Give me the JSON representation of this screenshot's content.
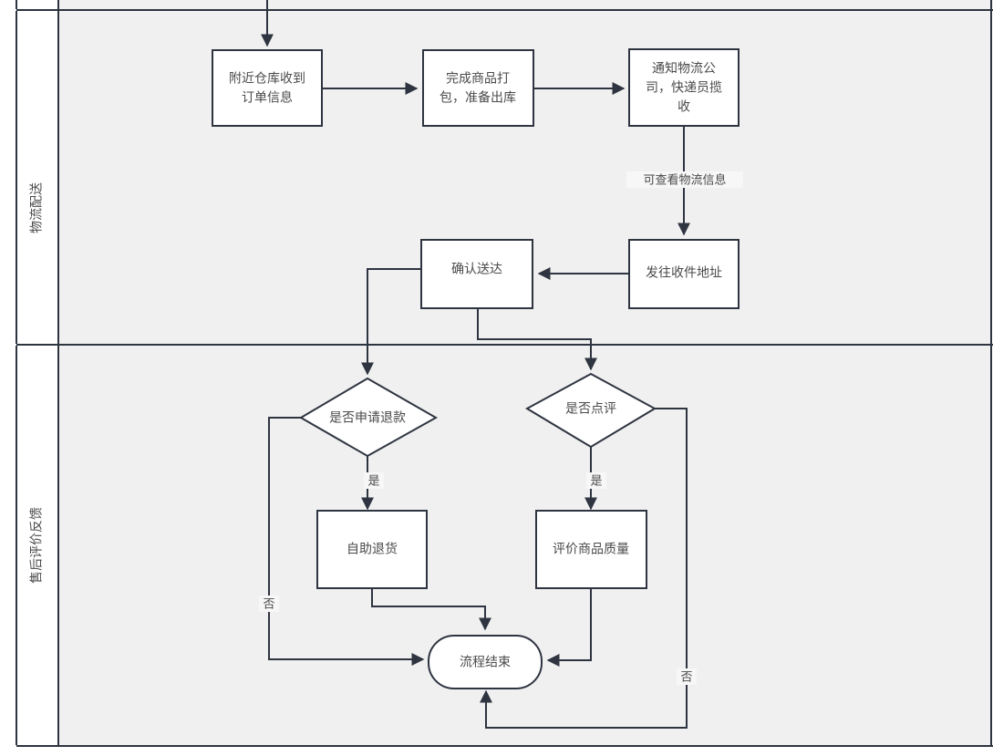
{
  "diagram": {
    "type": "swimlane-flowchart",
    "background_color": "#ffffff",
    "lane_fill": "#f0f0f0",
    "lane_header_fill": "#ffffff",
    "stroke_color": "#2e3440",
    "node_fill": "#ffffff",
    "text_color": "#4a4a4a"
  },
  "lanes": [
    {
      "id": "lane-top-partial",
      "label": ""
    },
    {
      "id": "lane-logistics",
      "label": "物流配送"
    },
    {
      "id": "lane-aftersales",
      "label": "售后评价反馈"
    }
  ],
  "nodes": {
    "warehouse_receive": {
      "label": "附近仓库收到订单信息",
      "shape": "process",
      "lane": "物流配送"
    },
    "pack_goods": {
      "label": "完成商品打包，准备出库",
      "shape": "process",
      "lane": "物流配送"
    },
    "notify_courier": {
      "label": "通知物流公司，快递员揽收",
      "shape": "process",
      "lane": "物流配送"
    },
    "ship_to_address": {
      "label": "发往收件地址",
      "shape": "process",
      "lane": "物流配送"
    },
    "confirm_delivery": {
      "label": "确认送达",
      "shape": "process",
      "lane": "物流配送"
    },
    "ask_refund": {
      "label": "是否申请退款",
      "shape": "decision",
      "lane": "售后评价反馈"
    },
    "ask_review": {
      "label": "是否点评",
      "shape": "decision",
      "lane": "售后评价反馈"
    },
    "self_return": {
      "label": "自助退货",
      "shape": "process",
      "lane": "售后评价反馈"
    },
    "rate_quality": {
      "label": "评价商品质量",
      "shape": "process",
      "lane": "售后评价反馈"
    },
    "process_end": {
      "label": "流程结束",
      "shape": "terminator",
      "lane": "售后评价反馈"
    }
  },
  "node_lines": {
    "warehouse_receive": [
      "附近仓库收到",
      "订单信息"
    ],
    "pack_goods": [
      "完成商品打",
      "包，准备出库"
    ],
    "notify_courier": [
      "通知物流公",
      "司，快递员揽",
      "收"
    ],
    "ship_to_address": [
      "发往收件地址"
    ],
    "confirm_delivery": [
      "确认送达"
    ],
    "ask_refund": [
      "是否申请退款"
    ],
    "ask_review": [
      "是否点评"
    ],
    "self_return": [
      "自助退货"
    ],
    "rate_quality": [
      "评价商品质量"
    ],
    "process_end": [
      "流程结束"
    ]
  },
  "edges": [
    {
      "id": "edge-in-top",
      "from": "(above)",
      "to": "warehouse_receive",
      "label": ""
    },
    {
      "id": "edge-recv-pack",
      "from": "warehouse_receive",
      "to": "pack_goods",
      "label": ""
    },
    {
      "id": "edge-pack-notify",
      "from": "pack_goods",
      "to": "notify_courier",
      "label": ""
    },
    {
      "id": "edge-notify-ship",
      "from": "notify_courier",
      "to": "ship_to_address",
      "label": "可查看物流信息"
    },
    {
      "id": "edge-ship-confirm",
      "from": "ship_to_address",
      "to": "confirm_delivery",
      "label": ""
    },
    {
      "id": "edge-confirm-refund",
      "from": "confirm_delivery",
      "to": "ask_refund",
      "label": ""
    },
    {
      "id": "edge-confirm-review",
      "from": "confirm_delivery",
      "to": "ask_review",
      "label": ""
    },
    {
      "id": "edge-refund-yes",
      "from": "ask_refund",
      "to": "self_return",
      "label": "是"
    },
    {
      "id": "edge-refund-no",
      "from": "ask_refund",
      "to": "process_end",
      "label": "否"
    },
    {
      "id": "edge-review-yes",
      "from": "ask_review",
      "to": "rate_quality",
      "label": "是"
    },
    {
      "id": "edge-review-no",
      "from": "ask_review",
      "to": "process_end",
      "label": "否"
    },
    {
      "id": "edge-return-end",
      "from": "self_return",
      "to": "process_end",
      "label": ""
    },
    {
      "id": "edge-rate-end",
      "from": "rate_quality",
      "to": "process_end",
      "label": ""
    }
  ],
  "edge_labels": {
    "logistics_info": "可查看物流信息",
    "yes": "是",
    "no": "否"
  }
}
